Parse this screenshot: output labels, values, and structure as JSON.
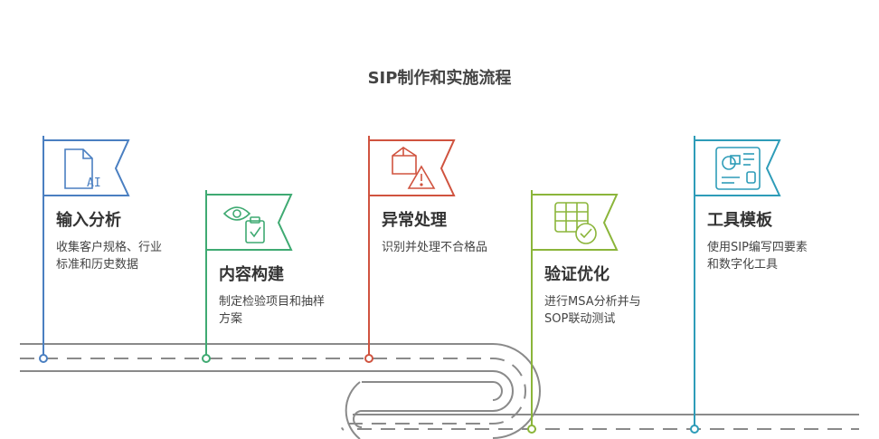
{
  "title": "SIP制作和实施流程",
  "colors": {
    "road": "#8a8a8a",
    "step1": "#4a7fc1",
    "step2": "#3faa72",
    "step3": "#d0533f",
    "step4": "#8bb53a",
    "step5": "#2e9cb8"
  },
  "steps": [
    {
      "title": "输入分析",
      "desc_lines": [
        "收集客户规格、行业",
        "标准和历史数据"
      ],
      "icon": "ai-file-icon"
    },
    {
      "title": "内容构建",
      "desc_lines": [
        "制定检验项目和抽样",
        "方案"
      ],
      "icon": "eye-clipboard-icon"
    },
    {
      "title": "异常处理",
      "desc_lines": [
        "识别并处理不合格品"
      ],
      "icon": "box-warning-icon"
    },
    {
      "title": "验证优化",
      "desc_lines": [
        "进行MSA分析并与",
        "SOP联动测试"
      ],
      "icon": "table-check-icon"
    },
    {
      "title": "工具模板",
      "desc_lines": [
        "使用SIP编写四要素",
        "和数字化工具"
      ],
      "icon": "template-icon"
    }
  ]
}
